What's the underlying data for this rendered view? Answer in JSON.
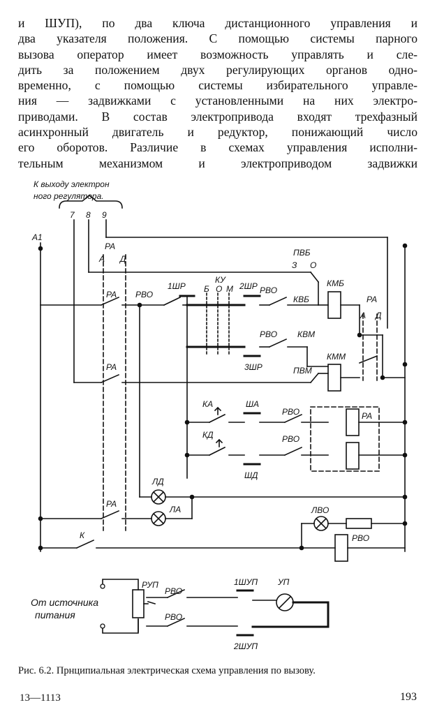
{
  "text": {
    "lines": [
      "и ШУП), по два ключа дистанционного управления и",
      "два указателя положения. С помощью системы парного",
      "вызова оператор имеет возможность управлять и сле-",
      "дить за положением двух регулирующих органов одно-",
      "временно, с помощью системы избирательного управле-",
      "ния — задвижками с установленными на них электро-",
      "приводами. В состав электропривода входят трехфазный",
      "асинхронный двигатель и редуктор, понижающий число",
      "его оборотов. Различие в схемах управления исполни-",
      "тельным механизмом и электроприводом задвижки"
    ]
  },
  "diagram": {
    "labels": {
      "output_1": "К выходу электрон",
      "output_2": "ного регулятора.",
      "t7": "7",
      "t8": "8",
      "t9": "9",
      "a1": "А1",
      "pa1": "РА",
      "a_top": "А",
      "d_top": "Д",
      "pvb": "ПВБ",
      "z": "З",
      "o": "О",
      "pa2": "РА",
      "rvo1": "РВО",
      "sr1": "1ШР",
      "ku": "КУ",
      "b": "Б",
      "o2": "О",
      "m": "М",
      "sr2": "2ШР",
      "rvo2": "РВО",
      "kvb": "КВБ",
      "kmb": "КМБ",
      "pa_r": "РА",
      "a_r": "А",
      "d_r": "Д",
      "rvo3": "РВО",
      "kvm": "КВМ",
      "sr3": "3ШР",
      "pa3": "РА",
      "pvm": "ПВМ",
      "kmm": "КММ",
      "ka": "КА",
      "sha": "ША",
      "rvo4": "РВО",
      "pa_coil": "РА",
      "kd": "КД",
      "rvo5": "РВО",
      "shd": "ШД",
      "ld": "ЛД",
      "la": "ЛА",
      "pa4": "РА",
      "lvo": "ЛВО",
      "k": "К",
      "rvo_coil": "РВО",
      "rup": "РУП",
      "rvo6": "РВО",
      "rvo7": "РВО",
      "shup1": "1ШУП",
      "up": "УП",
      "shup2": "2ШУП",
      "source_1": "От источника",
      "source_2": "питания"
    }
  },
  "caption": "Рис. 6.2. Прнципиальная электрическая схема управления по вызову.",
  "footer": {
    "left": "13—1113",
    "right": "193"
  }
}
